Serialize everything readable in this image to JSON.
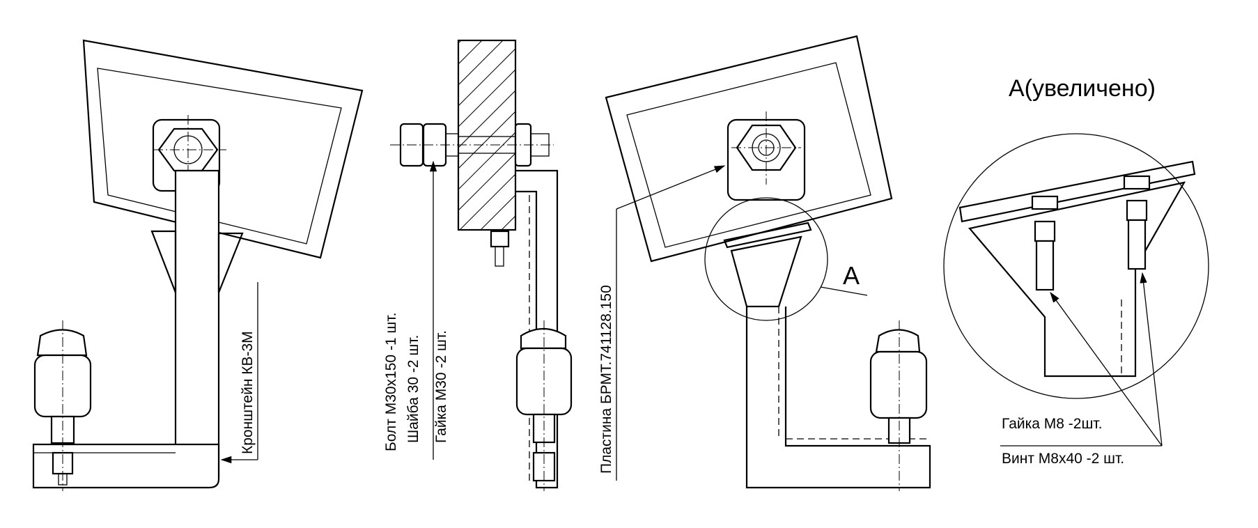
{
  "labels": {
    "bracket": "Кронштейн КВ-3М",
    "bolt": "Болт М30х150 -1 шт.",
    "washer": "Шайба 30 -2 шт.",
    "nut30": "Гайка М30 -2 шт.",
    "plate": "Пластина БРМТ.741128.150",
    "section_ref": "А",
    "detail_title": "А(увеличено)",
    "nut8": "Гайка М8 -2шт.",
    "screw8": "Винт М8х40 -2 шт."
  }
}
